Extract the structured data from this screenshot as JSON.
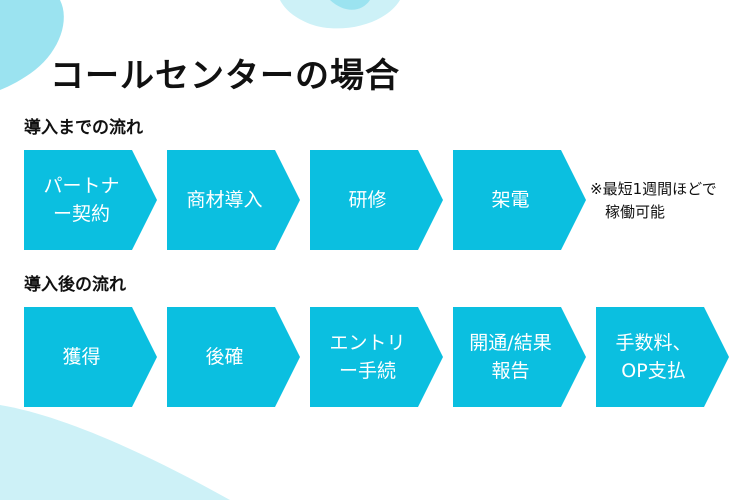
{
  "colors": {
    "accent": "#0bbfe0",
    "decoration_dark": "#9be3f0",
    "decoration_light": "#cdf1f7",
    "text": "#111111"
  },
  "title": "コールセンターの場合",
  "before": {
    "heading": "導入までの流れ",
    "steps": [
      {
        "label": "パートナ\nー契約"
      },
      {
        "label": "商材導入"
      },
      {
        "label": "研修"
      },
      {
        "label": "架電"
      }
    ],
    "note": "※最短1週間ほどで\n　稼働可能"
  },
  "after": {
    "heading": "導入後の流れ",
    "steps": [
      {
        "label": "獲得"
      },
      {
        "label": "後確"
      },
      {
        "label": "エントリ\nー手続"
      },
      {
        "label": "開通/結果\n報告"
      },
      {
        "label": "手数料、\nOP支払"
      }
    ]
  }
}
